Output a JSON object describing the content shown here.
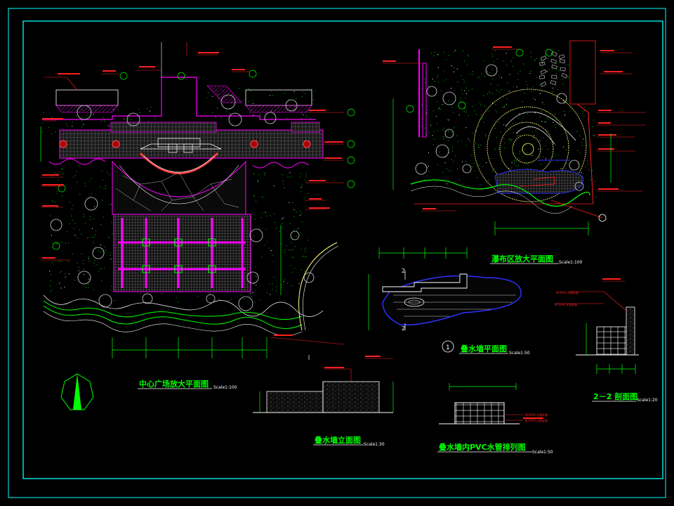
{
  "drawing": {
    "colors": {
      "background": "#000000",
      "frame": "#00ffff",
      "plan_outline": "#ff00ff",
      "paving": "#8a8a8a",
      "planting": "#00ff00",
      "annotation": "#ff2020",
      "dimension": "#00ff00",
      "tree_circle": "#d0d0d0",
      "water_edge": "#3030ff",
      "stone_curve": "#ffff80"
    },
    "titles": {
      "plaza_plan": "中心广场放大平面图",
      "plaza_plan_scale": "Scale1:100",
      "waterfall_plan": "瀑布区放大平面图",
      "waterfall_plan_scale": "Scale1:100",
      "stack_wall_plan": "叠水墙平面图",
      "stack_wall_plan_scale": "Scale1:50",
      "stack_wall_plan_number": "1",
      "stack_wall_elevation": "叠水墙立面图",
      "stack_wall_elevation_scale": "Scale1:30",
      "pvc_pipe_layout": "叠水墙内PVC水管排列图",
      "pvc_pipe_layout_scale": "Scale1:50",
      "section_2_2": "2－2 剖面图",
      "section_2_2_scale": "Scale1:20"
    },
    "section_marker": "2",
    "pvc_notes": [
      "Φ50PVC水管安装",
      "Φ75PVC水管安装"
    ],
    "icons": [
      "north-arrow-icon",
      "section-marker-icon",
      "detail-index-icon"
    ]
  }
}
